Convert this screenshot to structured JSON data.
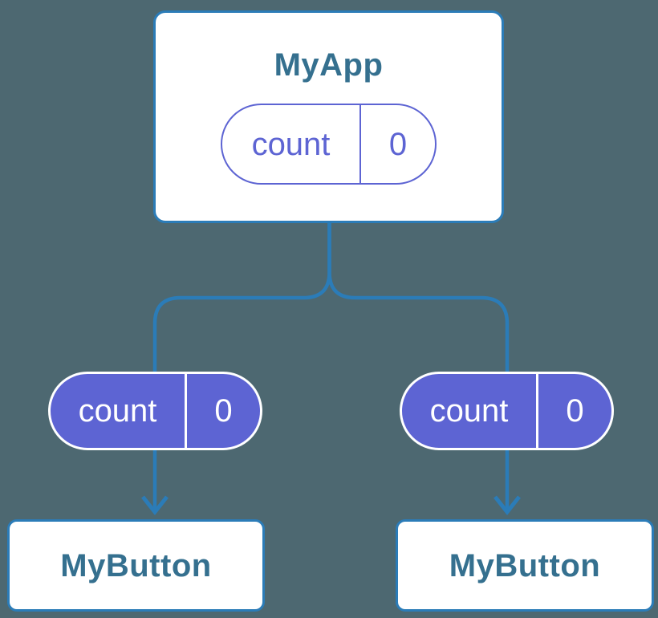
{
  "colors": {
    "background": "#4d6871",
    "connector": "#2b7cb8",
    "node_bg": "#ffffff",
    "node_border": "#2b7cb8",
    "node_title": "#35708f",
    "pill_purple": "#5d64d3",
    "pill_text_light": "#ffffff"
  },
  "diagram": {
    "type": "component-tree",
    "root": {
      "title": "MyApp",
      "state": {
        "name": "count",
        "value": "0"
      }
    },
    "children": [
      {
        "title": "MyButton",
        "prop": {
          "name": "count",
          "value": "0"
        }
      },
      {
        "title": "MyButton",
        "prop": {
          "name": "count",
          "value": "0"
        }
      }
    ]
  }
}
